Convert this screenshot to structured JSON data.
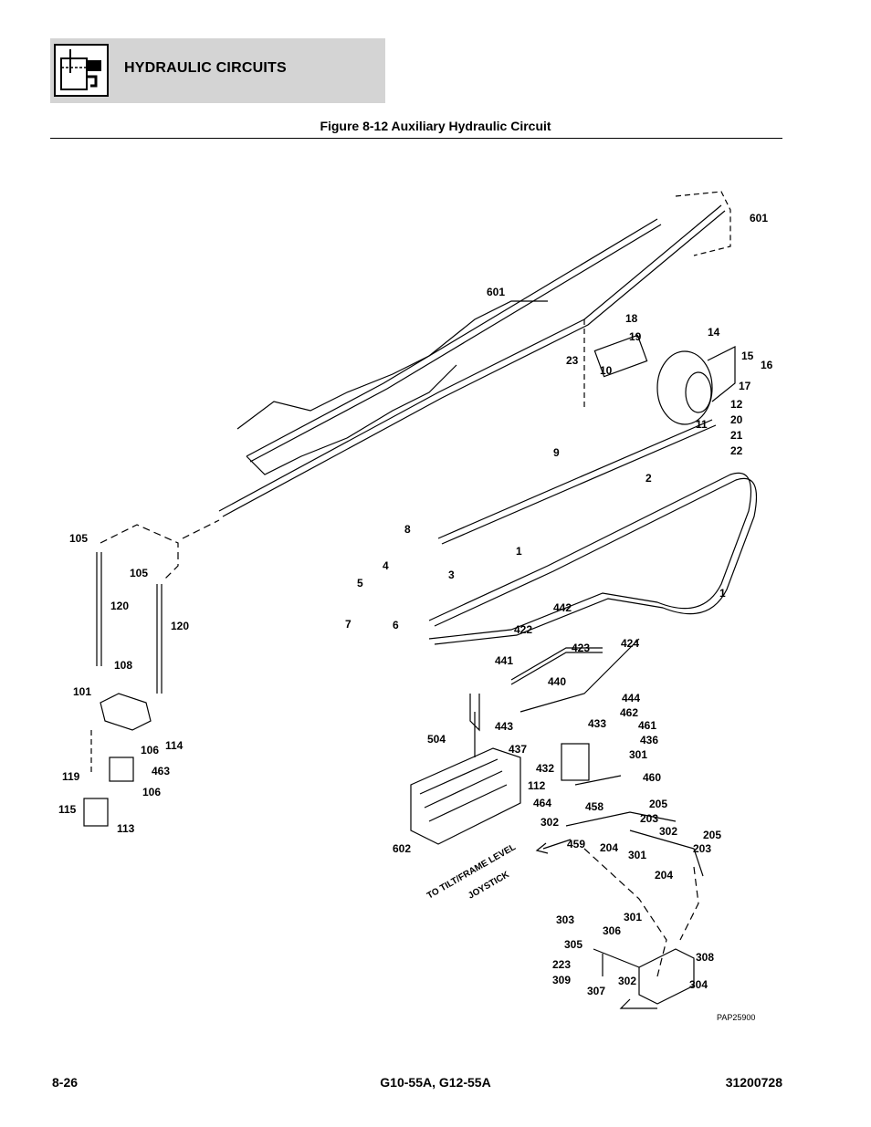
{
  "header": {
    "section_title": "HYDRAULIC CIRCUITS",
    "icon": "hydraulic-reservoir-icon"
  },
  "figure": {
    "title": "Figure 8-12 Auxiliary Hydraulic Circuit",
    "art_code": "PAP25900",
    "note_line1": "TO TILT/FRAME LEVEL",
    "note_line2": "JOYSTICK",
    "callouts": [
      "601",
      "601",
      "18",
      "19",
      "23",
      "10",
      "14",
      "15",
      "16",
      "17",
      "11",
      "12",
      "20",
      "21",
      "22",
      "9",
      "2",
      "105",
      "8",
      "105",
      "1",
      "4",
      "3",
      "5",
      "7",
      "6",
      "1",
      "120",
      "120",
      "442",
      "422",
      "423",
      "424",
      "441",
      "440",
      "108",
      "101",
      "444",
      "462",
      "461",
      "443",
      "433",
      "436",
      "504",
      "437",
      "301",
      "432",
      "460",
      "106",
      "119",
      "114",
      "463",
      "112",
      "106",
      "464",
      "458",
      "205",
      "115",
      "203",
      "302",
      "302",
      "205",
      "113",
      "459",
      "602",
      "204",
      "203",
      "301",
      "204",
      "303",
      "301",
      "306",
      "305",
      "308",
      "223",
      "309",
      "302",
      "307",
      "304"
    ]
  },
  "footer": {
    "page_number": "8-26",
    "model": "G10-55A, G12-55A",
    "doc_number": "31200728"
  }
}
